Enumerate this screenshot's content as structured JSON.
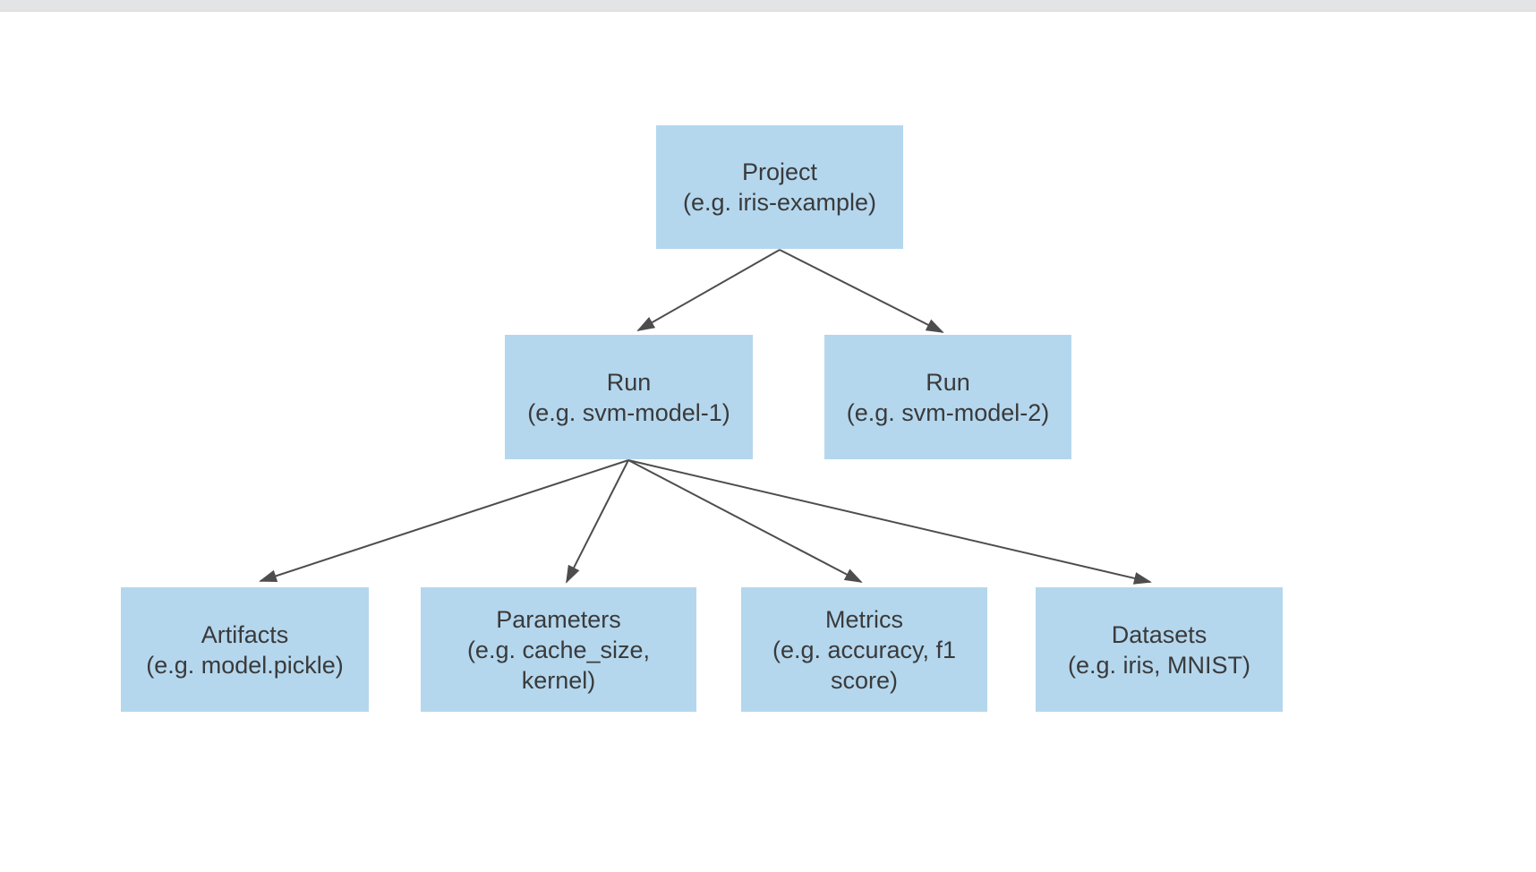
{
  "page": {
    "background_color": "#ffffff",
    "topbar_color": "#e3e4e6"
  },
  "diagram": {
    "node_fill_color": "#b4d7ee",
    "text_color": "#3a3a3a",
    "arrow_color": "#4d4d4d",
    "nodes": [
      {
        "id": "project",
        "title": "Project",
        "example": "(e.g. iris-example)"
      },
      {
        "id": "run-1",
        "title": "Run",
        "example": "(e.g. svm-model-1)"
      },
      {
        "id": "run-2",
        "title": "Run",
        "example": "(e.g. svm-model-2)"
      },
      {
        "id": "artifacts",
        "title": "Artifacts",
        "example": "(e.g. model.pickle)"
      },
      {
        "id": "parameters",
        "title": "Parameters",
        "example": "(e.g. cache_size, kernel)"
      },
      {
        "id": "metrics",
        "title": "Metrics",
        "example": "(e.g. accuracy, f1 score)"
      },
      {
        "id": "datasets",
        "title": "Datasets",
        "example": "(e.g. iris, MNIST)"
      }
    ],
    "edges": [
      {
        "from": "project",
        "to": "run-1"
      },
      {
        "from": "project",
        "to": "run-2"
      },
      {
        "from": "run-1",
        "to": "artifacts"
      },
      {
        "from": "run-1",
        "to": "parameters"
      },
      {
        "from": "run-1",
        "to": "metrics"
      },
      {
        "from": "run-1",
        "to": "datasets"
      }
    ]
  }
}
